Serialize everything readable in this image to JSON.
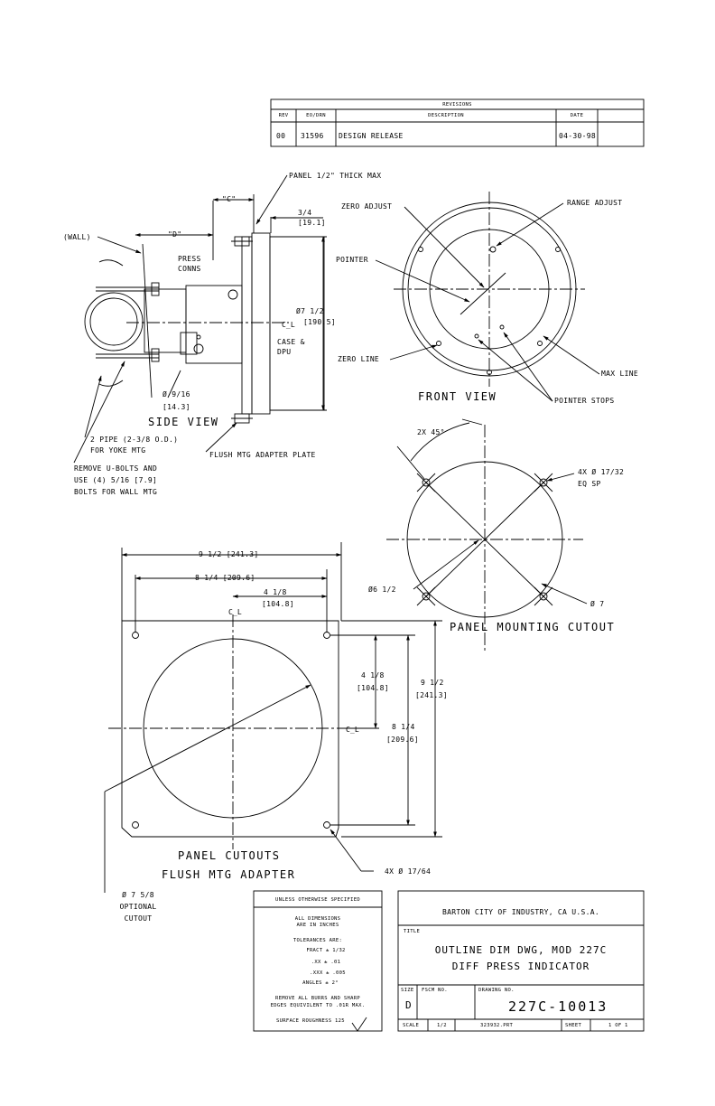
{
  "revisions": {
    "title": "REVISIONS",
    "headers": [
      "REV",
      "EO/DRN",
      "DESCRIPTION",
      "DATE"
    ],
    "rows": [
      [
        "00",
        "31596",
        "DESIGN RELEASE",
        "04-30-98"
      ]
    ]
  },
  "side_view": {
    "title": "SIDE VIEW",
    "panel_note": "PANEL 1/2\" THICK MAX",
    "dim_c": "\"C\"",
    "dim_d": "\"D\"",
    "wall": "(WALL)",
    "dim_3_4": "3/4",
    "dim_3_4_mm": "[19.1]",
    "press_conns": [
      "PRESS",
      "CONNS"
    ],
    "dia_7_1_2": "Ø7 1/2",
    "dia_7_1_2_mm": "[190.5]",
    "case_dpu": [
      "CASE &",
      "DPU"
    ],
    "cl": "C̲L",
    "dia_9_16": "Ø 9/16",
    "dia_9_16_mm": "[14.3]",
    "pipe_note": [
      "2 PIPE (2-3/8 O.D.)",
      "FOR YOKE MTG"
    ],
    "ubolt_note": [
      "REMOVE U-BOLTS AND",
      "USE (4) 5/16 [7.9]",
      "BOLTS FOR WALL MTG"
    ],
    "flush_plate": "FLUSH MTG ADAPTER PLATE"
  },
  "front_view": {
    "title": "FRONT VIEW",
    "zero_adjust": "ZERO ADJUST",
    "range_adjust": "RANGE ADJUST",
    "pointer": "POINTER",
    "zero_line": "ZERO LINE",
    "max_line": "MAX LINE",
    "pointer_stops": "POINTER STOPS"
  },
  "panel_cutout": {
    "title": "PANEL MOUNTING CUTOUT",
    "angle": "2X 45°",
    "holes": "4X Ø  17/32",
    "eq_sp": "EQ SP",
    "dia_6_1_2": "Ø6 1/2",
    "dia_7": "Ø  7"
  },
  "adapter": {
    "title": [
      "PANEL CUTOUTS",
      "FLUSH MTG ADAPTER"
    ],
    "w_9_1_2": "9 1/2 [241.3]",
    "w_8_1_4": "8 1/4 [209.6]",
    "w_4_1_8": "4 1/8",
    "w_4_1_8_mm": "[104.8]",
    "h_4_1_8": "4 1/8",
    "h_4_1_8_mm": "[104.8]",
    "h_9_1_2": "9 1/2",
    "h_9_1_2_mm": "[241.3]",
    "h_8_1_4": "8 1/4",
    "h_8_1_4_mm": "[209.6]",
    "holes": "4X Ø  17/64",
    "optional": [
      "Ø 7 5/8",
      "OPTIONAL",
      "CUTOUT"
    ],
    "cl": "C̲L"
  },
  "title_block": {
    "spec_header": "UNLESS OTHERWISE SPECIFIED",
    "spec_lines": [
      "ALL DIMENSIONS",
      "ARE IN INCHES",
      "",
      "TOLERANCES ARE:",
      "FRACT ± 1/32",
      ".XX ± .01",
      ".XXX ± .005",
      "ANGLES ± 2°",
      "",
      "REMOVE ALL BURRS AND SHARP",
      "EDGES EQUIVILENT TO .01R MAX.",
      "",
      "SURFACE ROUGHNESS 125"
    ],
    "company": "BARTON CITY OF INDUSTRY, CA U.S.A.",
    "title_label": "TITLE",
    "title_line1": "OUTLINE DIM DWG, MOD 227C",
    "title_line2": "DIFF PRESS INDICATOR",
    "size_label": "SIZE",
    "size_value": "D",
    "fscm_label": "FSCM NO.",
    "dwg_label": "DRAWING NO.",
    "dwg_no": "227C-10013",
    "scale_label": "SCALE",
    "scale_value": "1/2",
    "file": "323932.PRT",
    "sheet_label": "SHEET",
    "sheet_value": "1 OF 1"
  }
}
